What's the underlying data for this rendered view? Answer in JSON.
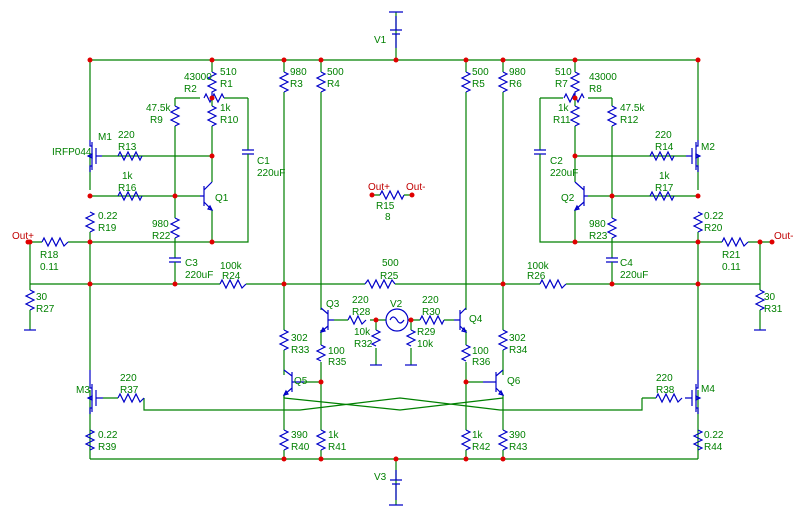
{
  "supplies": [
    {
      "id": "v1",
      "name": "V1"
    },
    {
      "id": "v3",
      "name": "V3"
    }
  ],
  "resistors": [
    {
      "id": "r3",
      "name": "R3",
      "value": "980"
    },
    {
      "id": "r4",
      "name": "R4",
      "value": "500"
    },
    {
      "id": "r5",
      "name": "R5",
      "value": "500"
    },
    {
      "id": "r6",
      "name": "R6",
      "value": "980"
    },
    {
      "id": "r1",
      "name": "R1",
      "value": "510"
    },
    {
      "id": "r2",
      "name": "R2",
      "value": "43000"
    },
    {
      "id": "r9",
      "name": "R9",
      "value": "47.5k"
    },
    {
      "id": "r10",
      "name": "R10",
      "value": "1k"
    },
    {
      "id": "r13",
      "name": "R13",
      "value": "220"
    },
    {
      "id": "r16",
      "name": "R16",
      "value": "1k"
    },
    {
      "id": "r19",
      "name": "R19",
      "value": "0.22"
    },
    {
      "id": "r22",
      "name": "R22",
      "value": "980"
    },
    {
      "id": "r7",
      "name": "R7",
      "value": "510"
    },
    {
      "id": "r8",
      "name": "R8",
      "value": "43000"
    },
    {
      "id": "r11",
      "name": "R11",
      "value": "1k"
    },
    {
      "id": "r12",
      "name": "R12",
      "value": "47.5k"
    },
    {
      "id": "r14",
      "name": "R14",
      "value": "220"
    },
    {
      "id": "r17",
      "name": "R17",
      "value": "1k"
    },
    {
      "id": "r20",
      "name": "R20",
      "value": "0.22"
    },
    {
      "id": "r23",
      "name": "R23",
      "value": "980"
    },
    {
      "id": "r18",
      "name": "R18",
      "value": "0.11"
    },
    {
      "id": "r21",
      "name": "R21",
      "value": "0.11"
    },
    {
      "id": "r24",
      "name": "R24",
      "value": "100k"
    },
    {
      "id": "r25",
      "name": "R25",
      "value": "500"
    },
    {
      "id": "r26",
      "name": "R26",
      "value": "100k"
    },
    {
      "id": "r27",
      "name": "R27",
      "value": "30"
    },
    {
      "id": "r31",
      "name": "R31",
      "value": "30"
    },
    {
      "id": "r28",
      "name": "R28",
      "value": "220"
    },
    {
      "id": "r30",
      "name": "R30",
      "value": "220"
    },
    {
      "id": "r32",
      "name": "R32",
      "value": "10k"
    },
    {
      "id": "r29",
      "name": "R29",
      "value": "10k"
    },
    {
      "id": "r33",
      "name": "R33",
      "value": "302"
    },
    {
      "id": "r34",
      "name": "R34",
      "value": "302"
    },
    {
      "id": "r35",
      "name": "R35",
      "value": "100"
    },
    {
      "id": "r36",
      "name": "R36",
      "value": "100"
    },
    {
      "id": "r37",
      "name": "R37",
      "value": "220"
    },
    {
      "id": "r38",
      "name": "R38",
      "value": "220"
    },
    {
      "id": "r39",
      "name": "R39",
      "value": "0.22"
    },
    {
      "id": "r44",
      "name": "R44",
      "value": "0.22"
    },
    {
      "id": "r40",
      "name": "R40",
      "value": "390"
    },
    {
      "id": "r41",
      "name": "R41",
      "value": "1k"
    },
    {
      "id": "r42",
      "name": "R42",
      "value": "1k"
    },
    {
      "id": "r43",
      "name": "R43",
      "value": "390"
    },
    {
      "id": "r15",
      "name": "R15",
      "value": "8"
    }
  ],
  "capacitors": [
    {
      "id": "c1",
      "name": "C1",
      "value": "220uF"
    },
    {
      "id": "c2",
      "name": "C2",
      "value": "220uF"
    },
    {
      "id": "c3",
      "name": "C3",
      "value": "220uF"
    },
    {
      "id": "c4",
      "name": "C4",
      "value": "220uF"
    }
  ],
  "transistors": [
    {
      "id": "m1",
      "name": "M1",
      "model": "IRFP044"
    },
    {
      "id": "m2",
      "name": "M2"
    },
    {
      "id": "m3",
      "name": "M3"
    },
    {
      "id": "m4",
      "name": "M4"
    },
    {
      "id": "q1",
      "name": "Q1"
    },
    {
      "id": "q2",
      "name": "Q2"
    },
    {
      "id": "q3",
      "name": "Q3"
    },
    {
      "id": "q4",
      "name": "Q4"
    },
    {
      "id": "q5",
      "name": "Q5"
    },
    {
      "id": "q6",
      "name": "Q6"
    }
  ],
  "sources": [
    {
      "id": "v2",
      "name": "V2"
    }
  ],
  "ports": {
    "out_plus": "Out+",
    "out_minus": "Out-",
    "r15_plus": "Out+",
    "r15_minus": "Out-"
  },
  "colors": {
    "wire": "#008000",
    "component": "#0000c8",
    "node": "#e00000",
    "label": "#008000"
  }
}
